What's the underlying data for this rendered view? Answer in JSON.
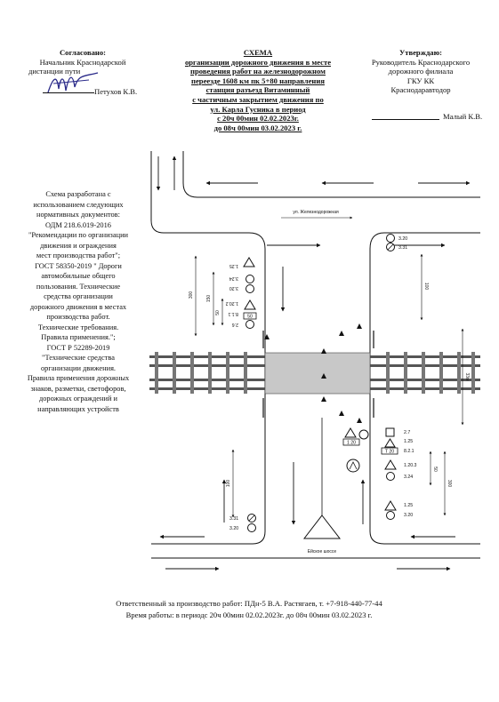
{
  "approve_left": {
    "title": "Согласовано:",
    "line1": "Начальник Краснодарской",
    "line2": "дистанции пути",
    "name": "Петухов К.В."
  },
  "scheme": {
    "title": "СХЕМА",
    "lines": [
      "организации дорожного движения в месте",
      "проведения работ на железнодорожном",
      "переезде 1608 км пк 5+80 направления",
      "станция разъезд Витаминный",
      "с частичным закрытием движения по",
      "ул. Карла Гусника в период",
      "с 20ч 00мин 02.02.2023г.",
      "до 08ч 00мин 03.02.2023 г."
    ]
  },
  "approve_right": {
    "title": "Утверждаю:",
    "line1": "Руководитель Краснодарского",
    "line2": "дорожного филиала",
    "line3": "ГКУ КК",
    "line4": "Краснодаравтодор",
    "name": "Малый К.В."
  },
  "norms": {
    "lines": [
      "Схема  разработана с",
      "использованием следующих",
      "нормативных документов:",
      "ОДМ 218.6.019-2016",
      "\"Рекомендации по организации",
      "движения и ограждения",
      "мест производства работ\";",
      "ГОСТ 58350-2019 \" Дороги",
      "автомобильные общего",
      "пользования. Технические",
      "средства организации",
      "дорожного движения в местах",
      "производства работ.",
      "Технические требования.",
      "Правила применения.\";",
      "ГОСТ Р 52289-2019",
      "\"Технические средства",
      "организации движения.",
      "Правила применения дорожных",
      "знаков, разметки, светофоров,",
      "дорожных ограждений и",
      "направляющих устройств"
    ]
  },
  "diagram": {
    "street_top": "ул. Железнодорожная",
    "street_bottom": "Ейское шоссе",
    "sign_groups": {
      "top_right": [
        "3.20",
        "3.31"
      ],
      "left_a": [
        "1.25"
      ],
      "left_b": [
        "3.24",
        "3.20"
      ],
      "left_c": [
        "1.20.2",
        "8.1.1",
        "2.6"
      ],
      "left_speed": "50",
      "right_a": [
        "2.7",
        "1.25",
        "8.2.1"
      ],
      "right_a_plate": "T 20",
      "center_plate": "1 20",
      "right_b": [
        "1.20.3",
        "3.24"
      ],
      "right_c": [
        "1.25",
        "3.20"
      ],
      "bottom_left": [
        "3.31",
        "3.20"
      ]
    },
    "dims": {
      "left_total": "300",
      "left_a": "150",
      "left_b": "50",
      "right_top": "100",
      "right_total": "33м",
      "right_b": "50",
      "right_c": "300",
      "bottom_left": "100"
    }
  },
  "footer": {
    "line1": "Ответственный за производство работ: ПДн-5 В.А. Растягаев, т. +7-918-440-77-44",
    "line2": "Время работы: в периодс 20ч 00мин 02.02.2023г. до 08ч 00мин 03.02.2023 г."
  },
  "colors": {
    "ink": "#111111",
    "rail": "#5a5a5a",
    "track_fill": "#b8b8b8",
    "paper": "#ffffff"
  }
}
